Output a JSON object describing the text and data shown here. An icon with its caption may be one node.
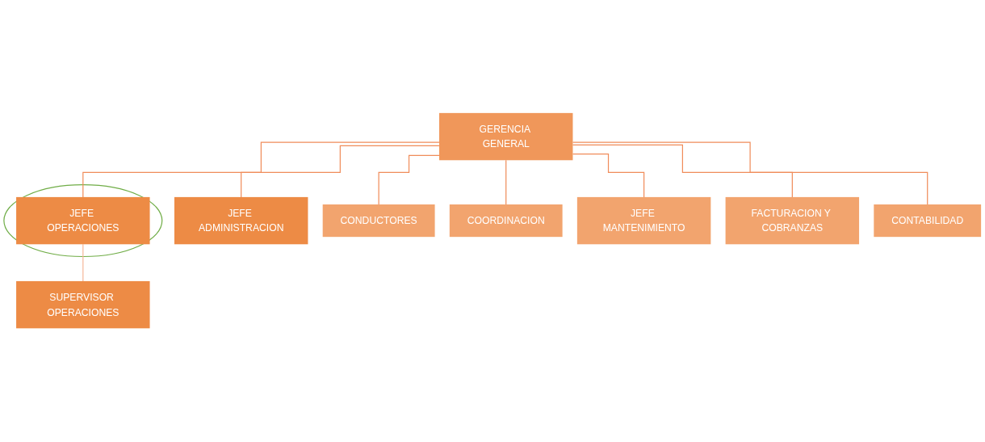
{
  "diagram": {
    "nodes": [
      {
        "text": [
          "GERENCIA GENERAL"
        ]
      },
      {
        "text": [
          "JEFE ADMINISTRACION"
        ]
      },
      {
        "text": [],
        "shape": "circle"
      },
      {
        "text": [
          "JEFE OPERACIONES"
        ],
        "in": 2
      },
      {
        "text": [
          "SUPERVISOR OPERACIONES"
        ]
      },
      {
        "text": [
          "CONDUCTORES"
        ]
      },
      {
        "text": [
          "COORDINACION"
        ]
      },
      {
        "text": [
          "JEFE MANTENIMIENTO"
        ]
      },
      {
        "text": [
          "FACTURACION Y COBRANZAS"
        ]
      },
      {
        "text": [
          "CONTABILIDAD"
        ]
      }
    ],
    "edges": [
      {
        "from": 0,
        "to": 1,
        "arrow": "none"
      },
      {
        "from": 0,
        "to": 3,
        "arrow": "none"
      },
      {
        "from": 3,
        "to": 4,
        "arrow": "none",
        "color": "#f6b89a"
      },
      {
        "from": 0,
        "to": 5,
        "arrow": "none"
      },
      {
        "from": 0,
        "to": 6,
        "arrow": "none"
      },
      {
        "from": 0,
        "to": 7,
        "arrow": "none"
      },
      {
        "from": 0,
        "to": 8,
        "arrow": "none"
      },
      {
        "from": 0,
        "to": 9,
        "arrow": "none"
      }
    ]
  }
}
